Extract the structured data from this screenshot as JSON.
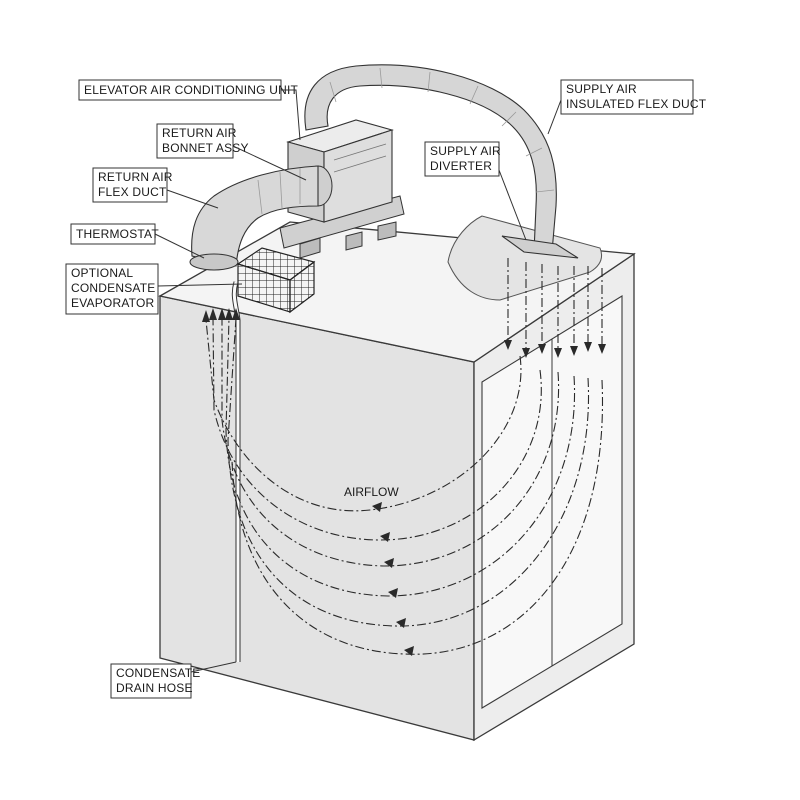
{
  "labels": {
    "ac_unit": "ELEVATOR AIR CONDITIONING UNIT",
    "return_bonnet_1": "RETURN AIR",
    "return_bonnet_2": "BONNET ASSY",
    "return_flex_1": "RETURN AIR",
    "return_flex_2": "FLEX DUCT",
    "thermostat": "THERMOSTAT",
    "evaporator_1": "OPTIONAL",
    "evaporator_2": "CONDENSATE",
    "evaporator_3": "EVAPORATOR",
    "supply_flex_1": "SUPPLY AIR",
    "supply_flex_2": "INSULATED FLEX DUCT",
    "diverter_1": "SUPPLY AIR",
    "diverter_2": "DIVERTER",
    "airflow": "AIRFLOW",
    "drain_1": "CONDENSATE",
    "drain_2": "DRAIN HOSE"
  },
  "colors": {
    "car_front": "#e3e3e3",
    "car_side": "#ededed",
    "car_top": "#f3f3f3",
    "door_panel": "#f7f7f7",
    "unit": "#dcdcdc",
    "duct": "#d6d6d6",
    "line": "#333333"
  }
}
